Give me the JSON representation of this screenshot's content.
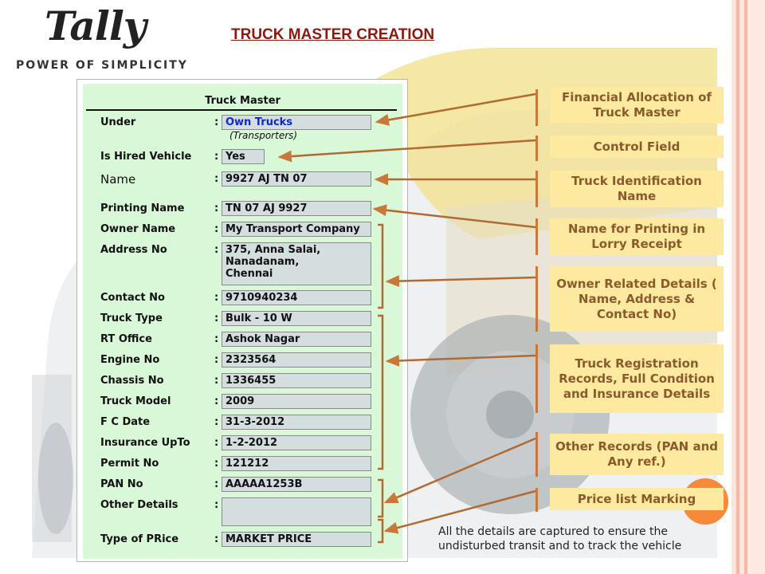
{
  "logo": {
    "word": "Tally",
    "tagline": "POWER OF SIMPLICITY"
  },
  "page_title": "TRUCK MASTER CREATION",
  "form": {
    "header": "Truck Master",
    "under": {
      "label": "Under",
      "value": "Own Trucks",
      "note": "(Transporters)"
    },
    "is_hired": {
      "label": "Is Hired Vehicle",
      "value": "Yes"
    },
    "name": {
      "label": "Name",
      "value": "9927 AJ TN 07"
    },
    "printing_name": {
      "label": "Printing Name",
      "value": "TN 07 AJ 9927"
    },
    "owner_name": {
      "label": "Owner Name",
      "value": "My Transport Company"
    },
    "address": {
      "label": "Address No",
      "value": "375, Anna Salai,\nNanadanam,\nChennai"
    },
    "contact": {
      "label": "Contact No",
      "value": "9710940234"
    },
    "truck_type": {
      "label": "Truck Type",
      "value": "Bulk - 10 W"
    },
    "rt_office": {
      "label": "RT Office",
      "value": "Ashok Nagar"
    },
    "engine_no": {
      "label": "Engine No",
      "value": "2323564"
    },
    "chassis_no": {
      "label": "Chassis No",
      "value": "1336455"
    },
    "truck_model": {
      "label": "Truck Model",
      "value": "2009"
    },
    "fc_date": {
      "label": "F C Date",
      "value": "31-3-2012"
    },
    "insurance": {
      "label": "Insurance UpTo",
      "value": "1-2-2012"
    },
    "permit": {
      "label": "Permit No",
      "value": "121212"
    },
    "pan": {
      "label": "PAN No",
      "value": "AAAAA1253B"
    },
    "other": {
      "label": "Other Details",
      "value": ""
    },
    "price_type": {
      "label": "Type of PRice",
      "value": "MARKET PRICE"
    },
    "colon": ":"
  },
  "annotations": {
    "financial": "Financial Allocation of Truck Master",
    "control": "Control Field",
    "identification": "Truck Identification Name",
    "printing": "Name for Printing in Lorry Receipt",
    "owner": "Owner Related Details ( Name, Address & Contact No)",
    "registration": "Truck Registration Records, Full Condition and Insurance Details",
    "other": "Other Records (PAN and Any ref.)",
    "price": "Price list Marking"
  },
  "footer_note": "All the details are captured to ensure the undisturbed transit and to track the vehicle",
  "colors": {
    "accent": "#c8783a",
    "annotation_bg": "#fdeaa0",
    "form_bg": "#d8f8d8",
    "title": "#8a1a10"
  }
}
